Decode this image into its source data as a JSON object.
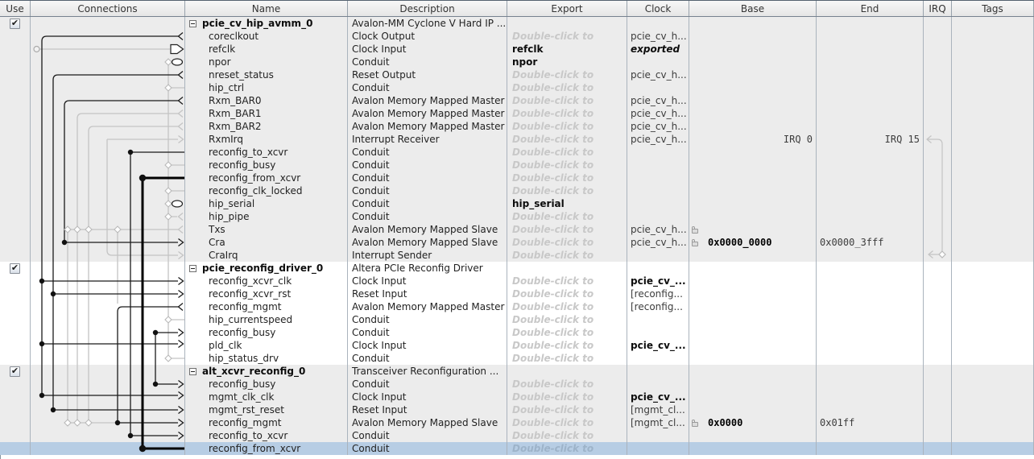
{
  "columns": [
    "Use",
    "Connections",
    "Name",
    "Description",
    "Export",
    "Clock",
    "Base",
    "End",
    "IRQ",
    "Tags"
  ],
  "strings": {
    "export_hint": "Double-click to",
    "check_glyph": "✔"
  },
  "accent_colors": {
    "selected_row": "#b7cde4",
    "group_shade": "#ececec",
    "hint_text": "#c8c8c8",
    "wire_black": "#1a1a1a",
    "wire_gray": "#c4c4c4"
  },
  "rows": [
    {
      "module": true,
      "checked": true,
      "name": "pcie_cv_hip_avmm_0",
      "desc": "Avalon-MM Cyclone V Hard IP ..."
    },
    {
      "name": "coreclkout",
      "desc": "Clock Output",
      "export": "hint",
      "clock": "pcie_cv_h...",
      "clock_style": ""
    },
    {
      "name": "refclk",
      "desc": "Clock Input",
      "export": "refclk",
      "clock": "exported",
      "clock_style": "bold-italic"
    },
    {
      "name": "npor",
      "desc": "Conduit",
      "export": "npor"
    },
    {
      "name": "nreset_status",
      "desc": "Reset Output",
      "export": "hint",
      "clock": "pcie_cv_h...",
      "clock_style": ""
    },
    {
      "name": "hip_ctrl",
      "desc": "Conduit",
      "export": "hint"
    },
    {
      "name": "Rxm_BAR0",
      "desc": "Avalon Memory Mapped Master",
      "export": "hint",
      "clock": "pcie_cv_h...",
      "clock_style": ""
    },
    {
      "name": "Rxm_BAR1",
      "desc": "Avalon Memory Mapped Master",
      "export": "hint",
      "clock": "pcie_cv_h...",
      "clock_style": ""
    },
    {
      "name": "Rxm_BAR2",
      "desc": "Avalon Memory Mapped Master",
      "export": "hint",
      "clock": "pcie_cv_h...",
      "clock_style": ""
    },
    {
      "name": "RxmIrq",
      "desc": "Interrupt Receiver",
      "export": "hint",
      "clock": "pcie_cv_h...",
      "clock_style": "",
      "base": "IRQ 0",
      "base_align": "right",
      "end": "IRQ 15",
      "end_align": "right"
    },
    {
      "name": "reconfig_to_xcvr",
      "desc": "Conduit",
      "export": "hint"
    },
    {
      "name": "reconfig_busy",
      "desc": "Conduit",
      "export": "hint"
    },
    {
      "name": "reconfig_from_xcvr",
      "desc": "Conduit",
      "export": "hint"
    },
    {
      "name": "reconfig_clk_locked",
      "desc": "Conduit",
      "export": "hint"
    },
    {
      "name": "hip_serial",
      "desc": "Conduit",
      "export": "hip_serial"
    },
    {
      "name": "hip_pipe",
      "desc": "Conduit",
      "export": "hint"
    },
    {
      "name": "Txs",
      "desc": "Avalon Memory Mapped Slave",
      "export": "hint",
      "clock": "pcie_cv_h...",
      "clock_style": "",
      "base_lock": true
    },
    {
      "name": "Cra",
      "desc": "Avalon Memory Mapped Slave",
      "export": "hint",
      "clock": "pcie_cv_h...",
      "clock_style": "",
      "base_lock": true,
      "base": "0x0000_0000",
      "base_bold": true,
      "end": "0x0000_3fff"
    },
    {
      "name": "CraIrq",
      "desc": "Interrupt Sender",
      "export": "hint"
    },
    {
      "module": true,
      "checked": true,
      "name": "pcie_reconfig_driver_0",
      "desc": "Altera PCIe Reconfig Driver"
    },
    {
      "name": "reconfig_xcvr_clk",
      "desc": "Clock Input",
      "export": "hint",
      "clock": "pcie_cv_...",
      "clock_style": "bold"
    },
    {
      "name": "reconfig_xcvr_rst",
      "desc": "Reset Input",
      "export": "hint",
      "clock": "[reconfig...",
      "clock_style": ""
    },
    {
      "name": "reconfig_mgmt",
      "desc": "Avalon Memory Mapped Master",
      "export": "hint",
      "clock": "[reconfig...",
      "clock_style": ""
    },
    {
      "name": "hip_currentspeed",
      "desc": "Conduit",
      "export": "hint"
    },
    {
      "name": "reconfig_busy",
      "desc": "Conduit",
      "export": "hint"
    },
    {
      "name": "pld_clk",
      "desc": "Clock Input",
      "export": "hint",
      "clock": "pcie_cv_...",
      "clock_style": "bold"
    },
    {
      "name": "hip_status_drv",
      "desc": "Conduit",
      "export": "hint"
    },
    {
      "module": true,
      "checked": true,
      "name": "alt_xcvr_reconfig_0",
      "desc": "Transceiver Reconfiguration ..."
    },
    {
      "name": "reconfig_busy",
      "desc": "Conduit",
      "export": "hint"
    },
    {
      "name": "mgmt_clk_clk",
      "desc": "Clock Input",
      "export": "hint",
      "clock": "pcie_cv_...",
      "clock_style": "bold"
    },
    {
      "name": "mgmt_rst_reset",
      "desc": "Reset Input",
      "export": "hint",
      "clock": "[mgmt_cl...",
      "clock_style": ""
    },
    {
      "name": "reconfig_mgmt",
      "desc": "Avalon Memory Mapped Slave",
      "export": "hint",
      "clock": "[mgmt_cl...",
      "clock_style": "",
      "base_lock": true,
      "base": "0x0000",
      "base_bold": true,
      "end": "0x01ff"
    },
    {
      "name": "reconfig_to_xcvr",
      "desc": "Conduit",
      "export": "hint"
    },
    {
      "name": "reconfig_from_xcvr",
      "desc": "Conduit",
      "export": "hint",
      "selected": true
    }
  ]
}
